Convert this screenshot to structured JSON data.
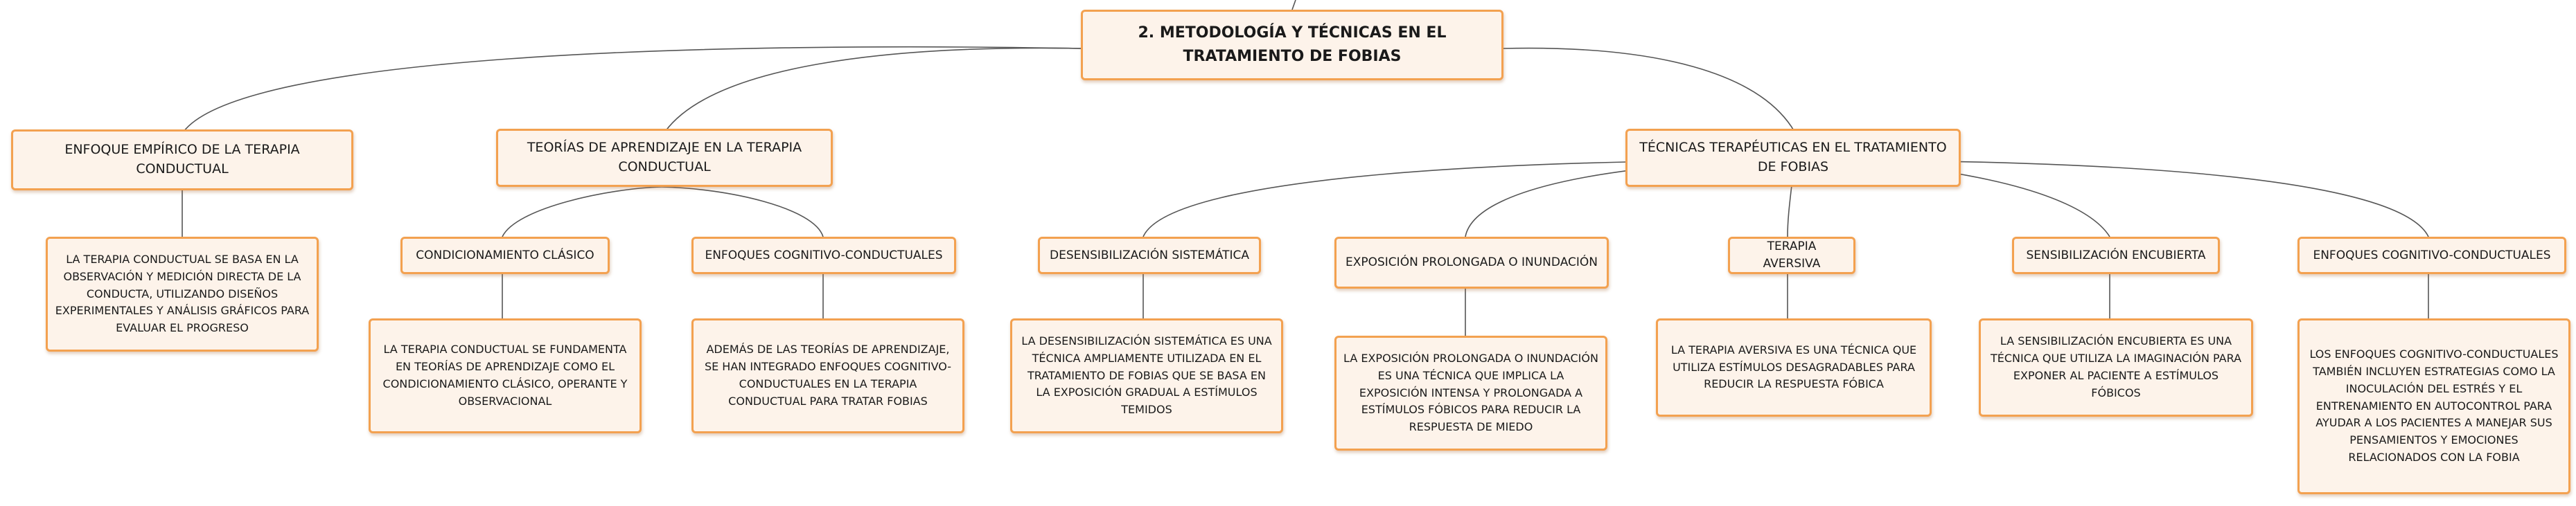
{
  "colors": {
    "border": "#f3a150",
    "fill": "#fdf3ea",
    "line": "#555555"
  },
  "map": {
    "root": "2. METODOLOGÍA Y TÉCNICAS EN EL TRATAMIENTO DE FOBIAS",
    "enfoque_empirico": {
      "title": "ENFOQUE EMPÍRICO DE LA TERAPIA CONDUCTUAL",
      "desc": "LA TERAPIA CONDUCTUAL SE BASA EN LA OBSERVACIÓN Y MEDICIÓN DIRECTA DE LA CONDUCTA, UTILIZANDO DISEÑOS EXPERIMENTALES Y ANÁLISIS GRÁFICOS PARA EVALUAR EL PROGRESO"
    },
    "teorias": {
      "title": "TEORÍAS DE APRENDIZAJE EN LA TERAPIA CONDUCTUAL",
      "condicionamiento": {
        "title": "CONDICIONAMIENTO CLÁSICO",
        "desc": "LA TERAPIA CONDUCTUAL SE FUNDAMENTA EN TEORÍAS DE APRENDIZAJE COMO EL CONDICIONAMIENTO CLÁSICO, OPERANTE Y OBSERVACIONAL"
      },
      "enfoques": {
        "title": "ENFOQUES COGNITIVO-CONDUCTUALES",
        "desc": "ADEMÁS DE LAS TEORÍAS DE APRENDIZAJE, SE HAN INTEGRADO ENFOQUES COGNITIVO-CONDUCTUALES EN LA TERAPIA CONDUCTUAL PARA TRATAR FOBIAS"
      }
    },
    "tecnicas": {
      "title": "TÉCNICAS TERAPÉUTICAS EN EL TRATAMIENTO DE FOBIAS",
      "desensibilizacion": {
        "title": "DESENSIBILIZACIÓN SISTEMÁTICA",
        "desc": "LA DESENSIBILIZACIÓN SISTEMÁTICA ES UNA TÉCNICA AMPLIAMENTE UTILIZADA EN EL TRATAMIENTO DE FOBIAS QUE SE BASA EN LA EXPOSICIÓN GRADUAL A ESTÍMULOS TEMIDOS"
      },
      "exposicion": {
        "title": "EXPOSICIÓN PROLONGADA O INUNDACIÓN",
        "desc": "LA EXPOSICIÓN PROLONGADA O INUNDACIÓN ES UNA TÉCNICA QUE IMPLICA LA EXPOSICIÓN INTENSA Y PROLONGADA A ESTÍMULOS FÓBICOS PARA REDUCIR LA RESPUESTA DE MIEDO"
      },
      "aversiva": {
        "title": "TERAPIA AVERSIVA",
        "desc": "LA TERAPIA AVERSIVA ES UNA TÉCNICA QUE UTILIZA ESTÍMULOS DESAGRADABLES PARA REDUCIR LA RESPUESTA FÓBICA"
      },
      "encubierta": {
        "title": "SENSIBILIZACIÓN ENCUBIERTA",
        "desc": "LA SENSIBILIZACIÓN ENCUBIERTA ES UNA TÉCNICA QUE UTILIZA LA IMAGINACIÓN PARA EXPONER AL PACIENTE A ESTÍMULOS FÓBICOS"
      },
      "cognitivo": {
        "title": "ENFOQUES COGNITIVO-CONDUCTUALES",
        "desc": "LOS ENFOQUES COGNITIVO-CONDUCTUALES TAMBIÉN INCLUYEN ESTRATEGIAS COMO LA INOCULACIÓN DEL ESTRÉS Y EL ENTRENAMIENTO EN AUTOCONTROL PARA AYUDAR A LOS PACIENTES A MANEJAR SUS PENSAMIENTOS Y EMOCIONES RELACIONADOS CON LA FOBIA"
      }
    }
  }
}
